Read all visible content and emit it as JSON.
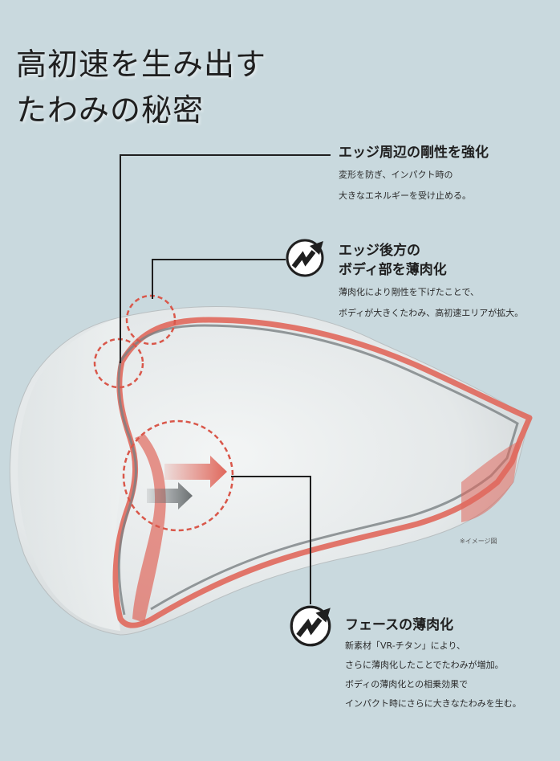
{
  "title": {
    "line1": "高初速を生み出す",
    "line2": "たわみの秘密"
  },
  "callouts": [
    {
      "heading": "エッジ周辺の剛性を強化",
      "lines": [
        "変形を防ぎ、インパクト時の",
        "大きなエネルギーを受け止める。"
      ]
    },
    {
      "heading_lines": [
        "エッジ後方の",
        "ボディ部を薄肉化"
      ],
      "lines": [
        "薄肉化により剛性を下げたことで、",
        "ボディが大きくたわみ、高初速エリアが拡大。"
      ],
      "icon": "flex-arrow-icon"
    },
    {
      "heading": "フェースの薄肉化",
      "lines": [
        "新素材「VR-チタン」により、",
        "さらに薄肉化したことでたわみが増加。",
        "ボディの薄肉化との相乗効果で",
        "インパクト時にさらに大きなたわみを生む。"
      ],
      "icon": "flex-arrow-icon"
    }
  ],
  "note": "※イメージ図",
  "colors": {
    "background": "#c9d9de",
    "accent_red": "#e0685c",
    "dark_text": "#1f1f1f"
  }
}
